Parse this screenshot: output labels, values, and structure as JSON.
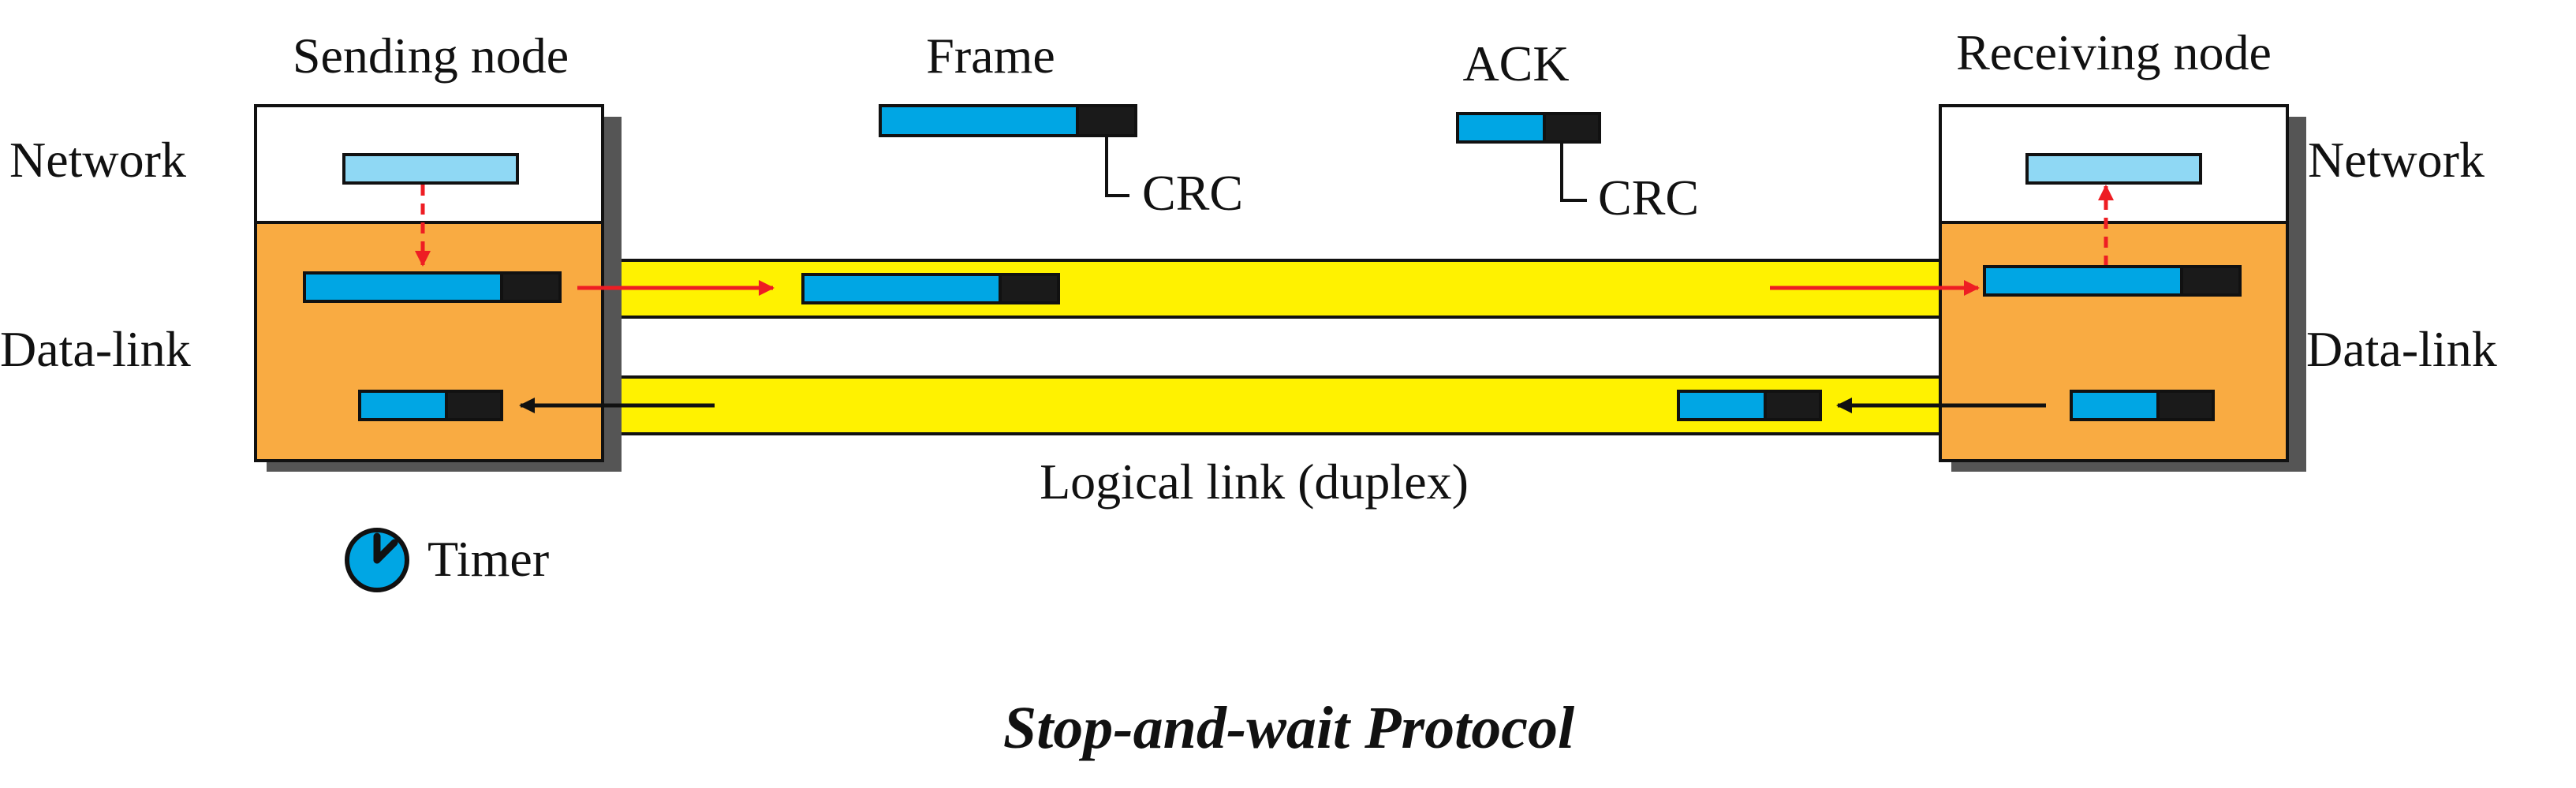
{
  "labels": {
    "sending_node": "Sending node",
    "receiving_node": "Receiving node",
    "network_left": "Network",
    "network_right": "Network",
    "datalink_left": "Data-link",
    "datalink_right": "Data-link",
    "frame": "Frame",
    "ack": "ACK",
    "crc_frame": "CRC",
    "crc_ack": "CRC",
    "logical_link": "Logical link (duplex)",
    "timer": "Timer"
  },
  "caption": "Stop-and-wait Protocol",
  "colors": {
    "packet": "#00a6e4",
    "packet_light": "#8fd8f4",
    "crc": "#1a1a1a",
    "datalink_layer": "#f9ab42",
    "link_channel": "#fff200",
    "frame_arrow": "#ee1d23",
    "ack_arrow": "#111111",
    "shadow": "#555555"
  },
  "icons": {
    "timer": "clock-icon"
  }
}
